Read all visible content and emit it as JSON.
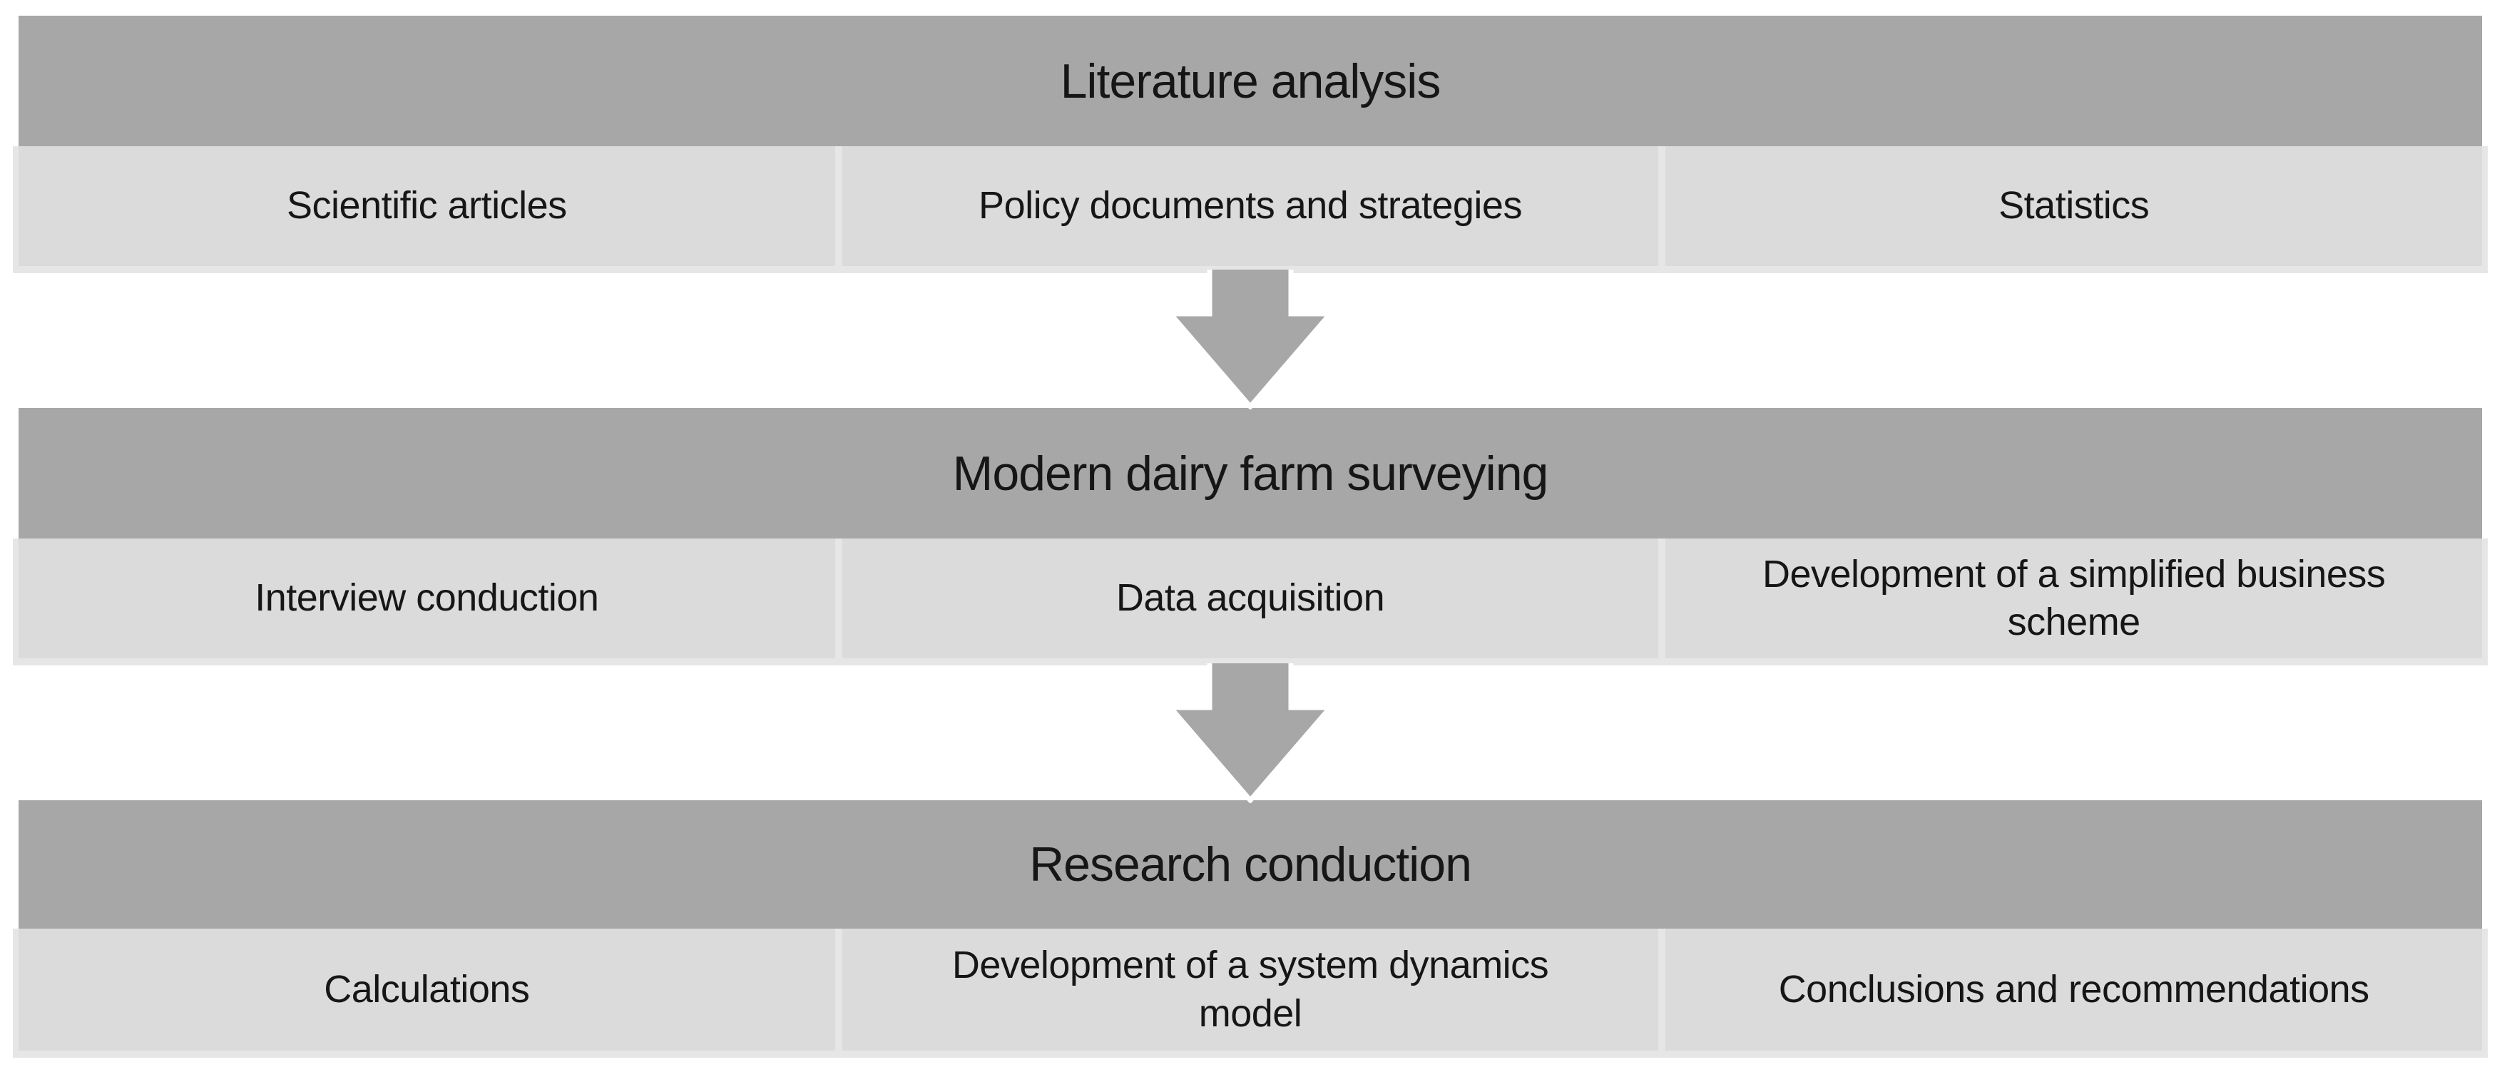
{
  "diagram": {
    "sections": [
      {
        "title": "Literature analysis",
        "cells": [
          "Scientific articles",
          "Policy documents and strategies",
          "Statistics"
        ]
      },
      {
        "title": "Modern dairy farm surveying",
        "cells": [
          "Interview conduction",
          "Data acquisition",
          "Development of a simplified business scheme"
        ]
      },
      {
        "title": "Research conduction",
        "cells": [
          "Calculations",
          "Development of a system dynamics model",
          "Conclusions and recommendations"
        ]
      }
    ],
    "colors": {
      "header_bg": "#a7a7a7",
      "cell_bg": "#dbdbdb",
      "border_bg": "#e6e6e6",
      "arrow": "#a7a7a7",
      "text": "#161616",
      "page_bg": "#ffffff",
      "arrow_outline": "#ffffff"
    }
  }
}
